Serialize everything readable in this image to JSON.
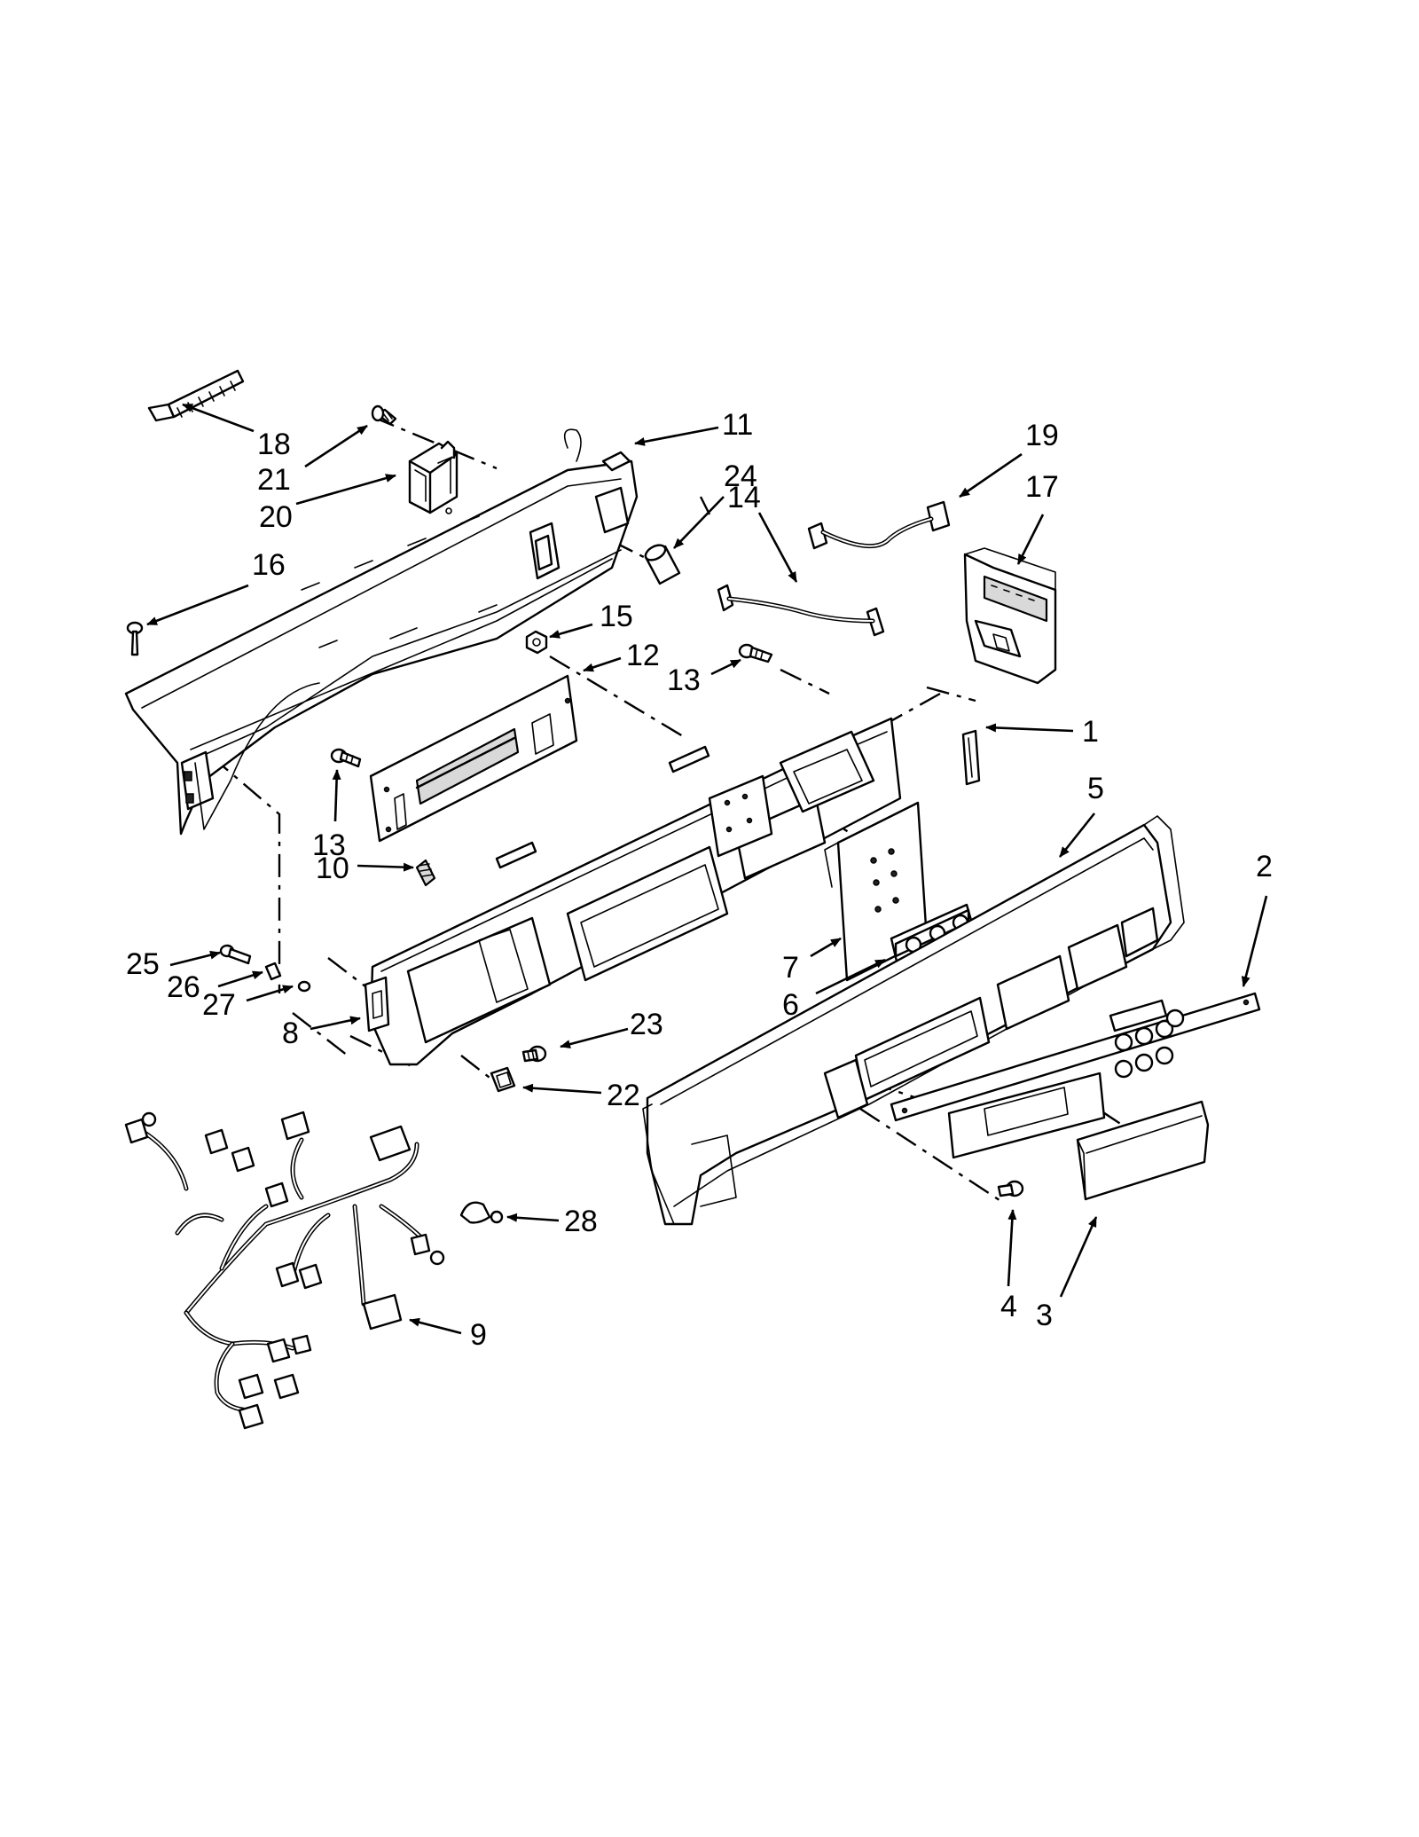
{
  "diagram": {
    "type": "exploded-parts-view",
    "callouts": {
      "c1": "1",
      "c2": "2",
      "c3": "3",
      "c4": "4",
      "c5": "5",
      "c6": "6",
      "c7": "7",
      "c8": "8",
      "c9": "9",
      "c10": "10",
      "c11": "11",
      "c12": "12",
      "c13a": "13",
      "c13b": "13",
      "c14": "14",
      "c15": "15",
      "c16": "16",
      "c17": "17",
      "c18": "18",
      "c19": "19",
      "c20": "20",
      "c21": "21",
      "c22": "22",
      "c23": "23",
      "c24": "24",
      "c25": "25",
      "c26": "26",
      "c27": "27",
      "c28": "28"
    }
  }
}
